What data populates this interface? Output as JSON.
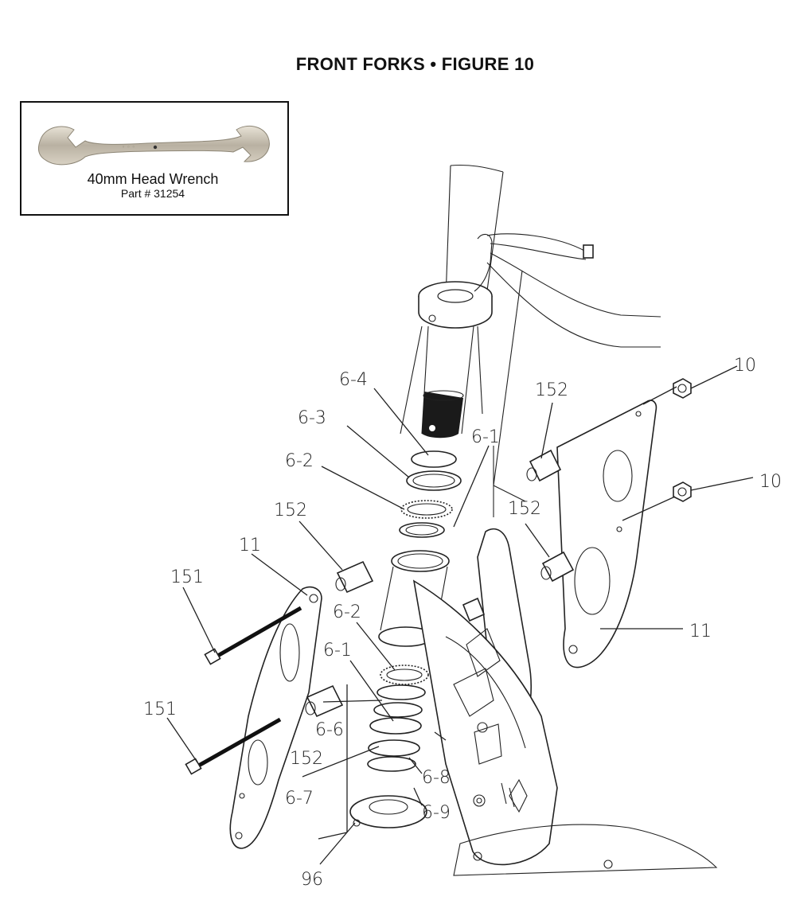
{
  "header": {
    "title": "FRONT FORKS  •  FIGURE 10"
  },
  "tool_box": {
    "name": "40mm Head Wrench",
    "part_number": "Part # 31254",
    "icon": "wrench-icon"
  },
  "callouts": {
    "c6_4": "6-4",
    "c6_3": "6-3",
    "c6_2_top": "6-2",
    "c6_1_top": "6-1",
    "c152_top": "152",
    "c152_left": "152",
    "c152_right": "152",
    "c152_bottom": "152",
    "c11_left": "11",
    "c11_right": "11",
    "c151_top": "151",
    "c151_bottom": "151",
    "c10_top": "10",
    "c10_mid": "10",
    "c6_2_low": "6-2",
    "c6_1_low": "6-1",
    "c6_6": "6-6",
    "c6_7": "6-7",
    "c6_8": "6-8",
    "c6_9": "6-9",
    "c96": "96"
  }
}
